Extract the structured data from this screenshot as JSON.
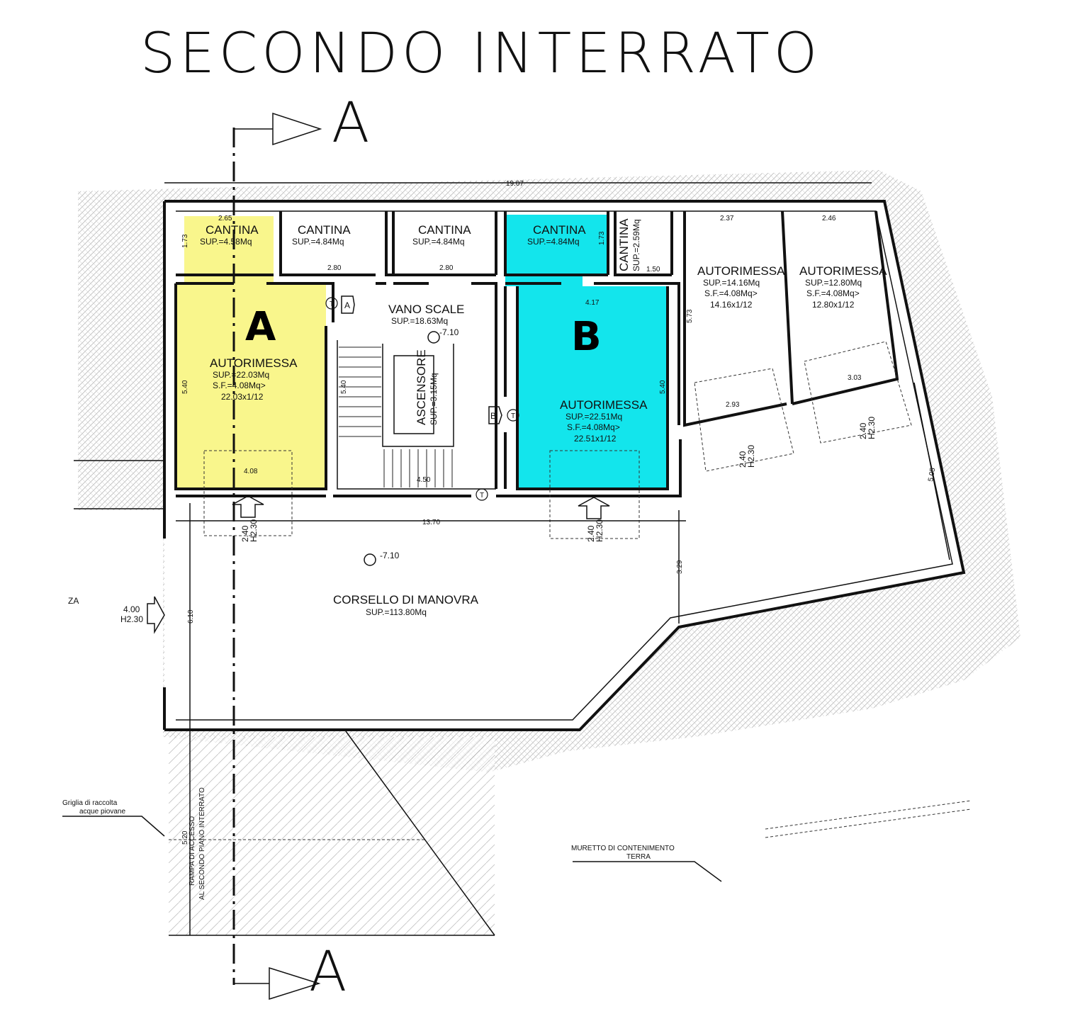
{
  "title": "SECONDO INTERRATO",
  "section_marker": "A",
  "units": [
    {
      "letter": "A",
      "color": "#f9f68c"
    },
    {
      "letter": "B",
      "color": "#13e5ec"
    }
  ],
  "rooms": {
    "cantina1": {
      "name": "CANTINA",
      "area": "SUP.=4.58Mq"
    },
    "cantina2": {
      "name": "CANTINA",
      "area": "SUP.=4.84Mq"
    },
    "cantina3": {
      "name": "CANTINA",
      "area": "SUP.=4.84Mq"
    },
    "cantina4": {
      "name": "CANTINA",
      "area": "SUP.=4.84Mq"
    },
    "cantina5": {
      "name": "CANTINA",
      "area": "SUP.=2.59Mq"
    },
    "vano_scale": {
      "name": "VANO SCALE",
      "area": "SUP.=18.63Mq",
      "level": "-7.10"
    },
    "ascensore": {
      "name": "ASCENSORE",
      "area": "SUP.=3.15Mq"
    },
    "garage_a": {
      "name": "AUTORIMESSA",
      "area": "SUP.=22.03Mq",
      "sf": "S.F.=4.08Mq>",
      "ratio": "22.03x1/12"
    },
    "garage_b": {
      "name": "AUTORIMESSA",
      "area": "SUP.=22.51Mq",
      "sf": "S.F.=4.08Mq>",
      "ratio": "22.51x1/12"
    },
    "garage_c": {
      "name": "AUTORIMESSA",
      "area": "SUP.=14.16Mq",
      "sf": "S.F.=4.08Mq>",
      "ratio": "14.16x1/12"
    },
    "garage_d": {
      "name": "AUTORIMESSA",
      "area": "SUP.=12.80Mq",
      "sf": "S.F.=4.08Mq>",
      "ratio": "12.80x1/12"
    },
    "corsello": {
      "name": "CORSELLO DI MANOVRA",
      "area": "SUP.=113.80Mq",
      "level": "-7.10"
    }
  },
  "dimensions": {
    "overall": "19.07",
    "d265": "2.65",
    "d173a": "1.73",
    "d280a": "2.80",
    "d280b": "2.80",
    "d173b": "1.73",
    "d150": "1.50",
    "d237": "2.37",
    "d246": "2.46",
    "d573": "5.73",
    "d417": "4.17",
    "d540a": "5.40",
    "d540b": "5.40",
    "d540c": "5.40",
    "d408": "4.08",
    "d450": "4.50",
    "d1370": "13.70",
    "d329": "3.29",
    "d610": "6.10",
    "d293": "2.93",
    "d303": "3.03",
    "d505": "5.05",
    "d520": "5.20"
  },
  "door_heights": {
    "w": "2.40",
    "h": "H2.30",
    "entry_w": "4.00",
    "entry_h": "H2.30"
  },
  "markers": {
    "stair_tag": "T",
    "door_a": "A",
    "door_b": "B"
  },
  "annotations": {
    "griglia": "Griglia di raccolta",
    "griglia2": "acque piovane",
    "rampa1": "RAMPA DI ACCESSO",
    "rampa2": "AL SECONDO PIANO INTERRATO",
    "muretto1": "MURETTO DI CONTENIMENTO",
    "muretto2": "TERRA",
    "left_cut": "ZA"
  }
}
